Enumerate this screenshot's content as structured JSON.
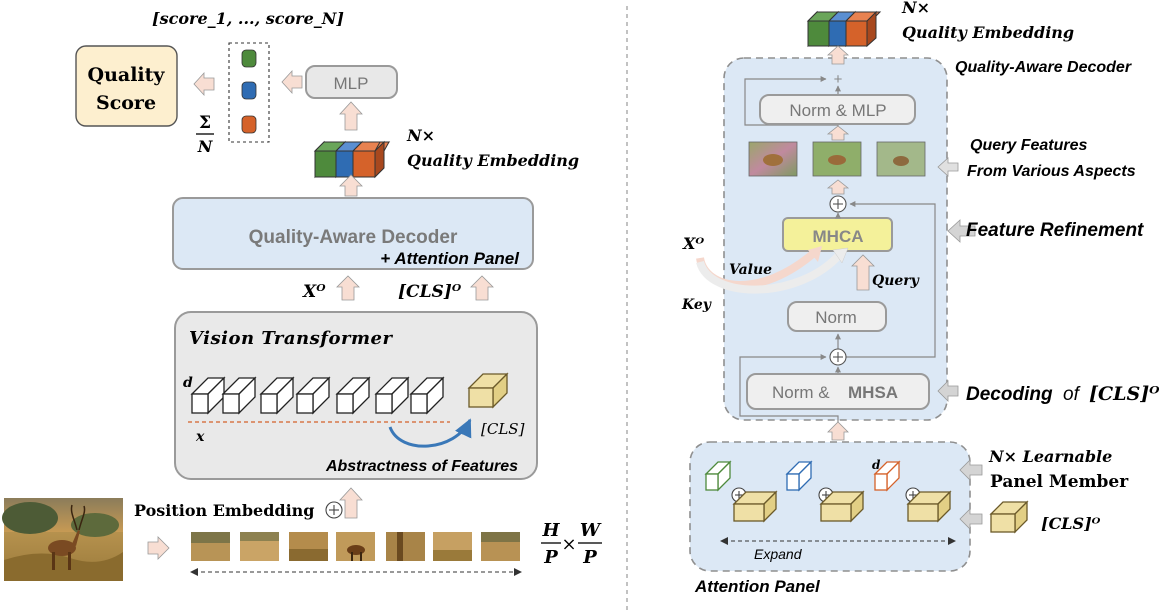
{
  "left": {
    "scores_label": "[score_1, ..., score_N]",
    "quality_score": [
      "Quality",
      "Score"
    ],
    "sigma": "Σ",
    "n_denom": "N",
    "mlp": "MLP",
    "n_times": "N×",
    "quality_embedding": "Quality Embedding",
    "decoder_title": "Quality-Aware Decoder",
    "decoder_subtitle": "+ Attention Panel",
    "xo_label": "Xᴼ",
    "cls_out": "[CLS]ᴼ",
    "vit_title": "Vision Transformer",
    "d_label": "d",
    "x_label": "x",
    "cls_token": "[CLS]",
    "abstractness": "Abstractness of Features",
    "position_embedding": "Position Embedding",
    "h_num": "H",
    "p_den1": "P",
    "times": "×",
    "w_num": "W",
    "p_den2": "P"
  },
  "right": {
    "n_times": "N×",
    "quality_embedding": "Quality Embedding",
    "decoder_label": "Quality-Aware Decoder",
    "plus": "+",
    "norm_mlp": "Norm & MLP",
    "query_features_1": "Query Features",
    "query_features_2": "From Various Aspects",
    "mhca": "MHCA",
    "feature_refinement": "Feature Refinement",
    "xo_label": "Xᴼ",
    "value_label": "Value",
    "query_label": "Query",
    "key_label": "Key",
    "norm": "Norm",
    "norm_prefix": "Norm &",
    "mhsa": "MHSA",
    "decoding_prefix": "Decoding",
    "decoding_of": "of",
    "decoding_cls": "[CLS]ᴼ",
    "learnable_1": "N×  Learnable",
    "learnable_2": "Panel Member",
    "d_label": "d",
    "cls_out": "[CLS]ᴼ",
    "expand": "Expand",
    "attention_panel": "Attention Panel"
  },
  "colors": {
    "green": "#4e8a3c",
    "blue": "#2f6cb3",
    "orange": "#d5622a",
    "decoder_fill": "#dce8f5",
    "score_fill": "#fdefcf",
    "mhca_fill": "#f4f19a",
    "arrow_fill": "#f8ded3",
    "cls_fill": "#efe0a6"
  },
  "icons": [
    "impala-photo",
    "patch-thumbnails",
    "query-feature-maps",
    "token-cubes"
  ]
}
